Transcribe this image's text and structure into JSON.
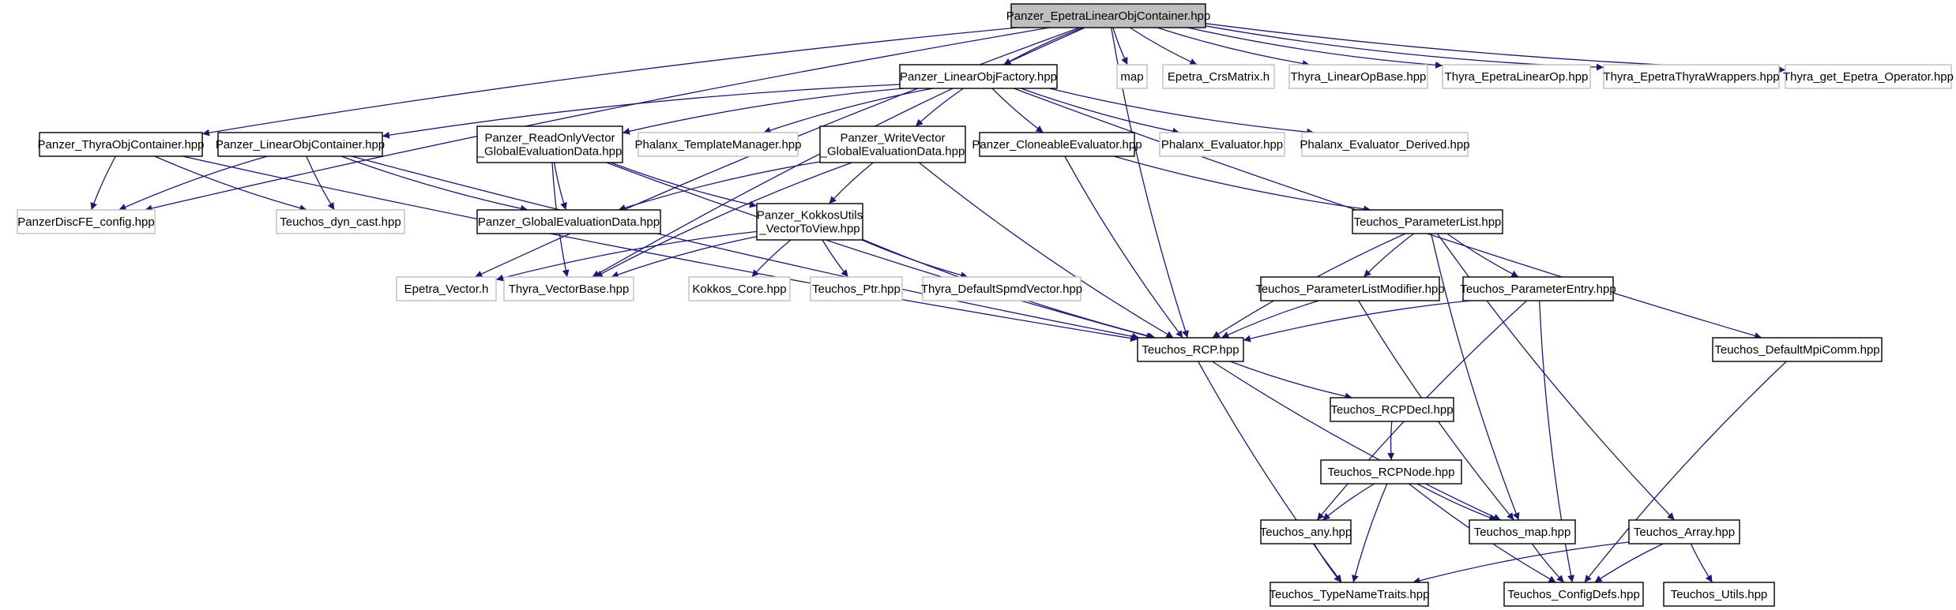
{
  "nodes": [
    {
      "id": "root",
      "lines": [
        "Panzer_EpetraLinearObjContainer.hpp"
      ],
      "style": "root"
    },
    {
      "id": "lof",
      "lines": [
        "Panzer_LinearObjFactory.hpp"
      ],
      "style": "doc"
    },
    {
      "id": "map",
      "lines": [
        "map"
      ],
      "style": "ext"
    },
    {
      "id": "crs",
      "lines": [
        "Epetra_CrsMatrix.h"
      ],
      "style": "ext"
    },
    {
      "id": "tlob",
      "lines": [
        "Thyra_LinearOpBase.hpp"
      ],
      "style": "ext"
    },
    {
      "id": "telo",
      "lines": [
        "Thyra_EpetraLinearOp.hpp"
      ],
      "style": "ext"
    },
    {
      "id": "tetw",
      "lines": [
        "Thyra_EpetraThyraWrappers.hpp"
      ],
      "style": "ext"
    },
    {
      "id": "tgeo",
      "lines": [
        "Thyra_get_Epetra_Operator.hpp"
      ],
      "style": "ext"
    },
    {
      "id": "thyraobj",
      "lines": [
        "Panzer_ThyraObjContainer.hpp"
      ],
      "style": "doc"
    },
    {
      "id": "lobj",
      "lines": [
        "Panzer_LinearObjContainer.hpp"
      ],
      "style": "doc"
    },
    {
      "id": "rov",
      "lines": [
        "Panzer_ReadOnlyVector",
        "_GlobalEvaluationData.hpp"
      ],
      "style": "doc"
    },
    {
      "id": "ptm",
      "lines": [
        "Phalanx_TemplateManager.hpp"
      ],
      "style": "ext"
    },
    {
      "id": "wv",
      "lines": [
        "Panzer_WriteVector",
        "_GlobalEvaluationData.hpp"
      ],
      "style": "doc"
    },
    {
      "id": "clone",
      "lines": [
        "Panzer_CloneableEvaluator.hpp"
      ],
      "style": "doc"
    },
    {
      "id": "pev",
      "lines": [
        "Phalanx_Evaluator.hpp"
      ],
      "style": "ext"
    },
    {
      "id": "pevd",
      "lines": [
        "Phalanx_Evaluator_Derived.hpp"
      ],
      "style": "ext"
    },
    {
      "id": "pdfe",
      "lines": [
        "PanzerDiscFE_config.hpp"
      ],
      "style": "ext"
    },
    {
      "id": "dyn",
      "lines": [
        "Teuchos_dyn_cast.hpp"
      ],
      "style": "ext"
    },
    {
      "id": "ged",
      "lines": [
        "Panzer_GlobalEvaluationData.hpp"
      ],
      "style": "doc"
    },
    {
      "id": "kuv",
      "lines": [
        "Panzer_KokkosUtils",
        "_VectorToView.hpp"
      ],
      "style": "doc"
    },
    {
      "id": "tpl",
      "lines": [
        "Teuchos_ParameterList.hpp"
      ],
      "style": "doc"
    },
    {
      "id": "evec",
      "lines": [
        "Epetra_Vector.h"
      ],
      "style": "ext"
    },
    {
      "id": "tvb",
      "lines": [
        "Thyra_VectorBase.hpp"
      ],
      "style": "ext"
    },
    {
      "id": "kcore",
      "lines": [
        "Kokkos_Core.hpp"
      ],
      "style": "ext"
    },
    {
      "id": "tptr",
      "lines": [
        "Teuchos_Ptr.hpp"
      ],
      "style": "ext"
    },
    {
      "id": "tdsv",
      "lines": [
        "Thyra_DefaultSpmdVector.hpp"
      ],
      "style": "ext"
    },
    {
      "id": "tplm",
      "lines": [
        "Teuchos_ParameterListModifier.hpp"
      ],
      "style": "doc"
    },
    {
      "id": "tpe",
      "lines": [
        "Teuchos_ParameterEntry.hpp"
      ],
      "style": "doc"
    },
    {
      "id": "rcp",
      "lines": [
        "Teuchos_RCP.hpp"
      ],
      "style": "doc"
    },
    {
      "id": "dmc",
      "lines": [
        "Teuchos_DefaultMpiComm.hpp"
      ],
      "style": "doc"
    },
    {
      "id": "rcpdecl",
      "lines": [
        "Teuchos_RCPDecl.hpp"
      ],
      "style": "doc"
    },
    {
      "id": "rcpnode",
      "lines": [
        "Teuchos_RCPNode.hpp"
      ],
      "style": "doc"
    },
    {
      "id": "any",
      "lines": [
        "Teuchos_any.hpp"
      ],
      "style": "doc"
    },
    {
      "id": "tmap",
      "lines": [
        "Teuchos_map.hpp"
      ],
      "style": "doc"
    },
    {
      "id": "tarr",
      "lines": [
        "Teuchos_Array.hpp"
      ],
      "style": "doc"
    },
    {
      "id": "tnt",
      "lines": [
        "Teuchos_TypeNameTraits.hpp"
      ],
      "style": "doc"
    },
    {
      "id": "cfg",
      "lines": [
        "Teuchos_ConfigDefs.hpp"
      ],
      "style": "doc"
    },
    {
      "id": "utl",
      "lines": [
        "Teuchos_Utils.hpp"
      ],
      "style": "doc"
    }
  ],
  "edges": [
    [
      "root",
      "lof"
    ],
    [
      "root",
      "map"
    ],
    [
      "root",
      "crs"
    ],
    [
      "root",
      "tlob"
    ],
    [
      "root",
      "telo"
    ],
    [
      "root",
      "tetw"
    ],
    [
      "root",
      "tgeo"
    ],
    [
      "root",
      "thyraobj"
    ],
    [
      "root",
      "pdfe"
    ],
    [
      "root",
      "evec"
    ],
    [
      "root",
      "tvb"
    ],
    [
      "root",
      "rcp"
    ],
    [
      "lof",
      "lobj"
    ],
    [
      "lof",
      "rov"
    ],
    [
      "lof",
      "ptm"
    ],
    [
      "lof",
      "wv"
    ],
    [
      "lof",
      "clone"
    ],
    [
      "lof",
      "pev"
    ],
    [
      "lof",
      "pevd"
    ],
    [
      "lof",
      "dmc"
    ],
    [
      "thyraobj",
      "pdfe"
    ],
    [
      "thyraobj",
      "dyn"
    ],
    [
      "thyraobj",
      "rcp"
    ],
    [
      "lobj",
      "pdfe"
    ],
    [
      "lobj",
      "dyn"
    ],
    [
      "lobj",
      "ged"
    ],
    [
      "lobj",
      "rcp"
    ],
    [
      "rov",
      "ged"
    ],
    [
      "rov",
      "kuv"
    ],
    [
      "rov",
      "tvb"
    ],
    [
      "rov",
      "rcp"
    ],
    [
      "wv",
      "ged"
    ],
    [
      "wv",
      "kuv"
    ],
    [
      "wv",
      "tvb"
    ],
    [
      "wv",
      "rcp"
    ],
    [
      "clone",
      "rcp"
    ],
    [
      "clone",
      "tpl"
    ],
    [
      "kuv",
      "evec"
    ],
    [
      "kuv",
      "tvb"
    ],
    [
      "kuv",
      "kcore"
    ],
    [
      "kuv",
      "tptr"
    ],
    [
      "kuv",
      "tdsv"
    ],
    [
      "kuv",
      "rcp"
    ],
    [
      "tpl",
      "rcp"
    ],
    [
      "tpl",
      "tplm"
    ],
    [
      "tpl",
      "tpe"
    ],
    [
      "tpl",
      "tmap"
    ],
    [
      "tpl",
      "tarr"
    ],
    [
      "tplm",
      "rcp"
    ],
    [
      "tplm",
      "tmap"
    ],
    [
      "tpe",
      "rcp"
    ],
    [
      "tpe",
      "any"
    ],
    [
      "tpe",
      "cfg"
    ],
    [
      "rcp",
      "rcpdecl"
    ],
    [
      "rcp",
      "tmap"
    ],
    [
      "rcp",
      "tnt"
    ],
    [
      "rcpdecl",
      "rcpnode"
    ],
    [
      "rcpnode",
      "any"
    ],
    [
      "rcpnode",
      "tmap"
    ],
    [
      "rcpnode",
      "tnt"
    ],
    [
      "rcpnode",
      "cfg"
    ],
    [
      "any",
      "tnt"
    ],
    [
      "tmap",
      "cfg"
    ],
    [
      "tarr",
      "tnt"
    ],
    [
      "tarr",
      "cfg"
    ],
    [
      "tarr",
      "utl"
    ],
    [
      "dmc",
      "cfg"
    ]
  ]
}
